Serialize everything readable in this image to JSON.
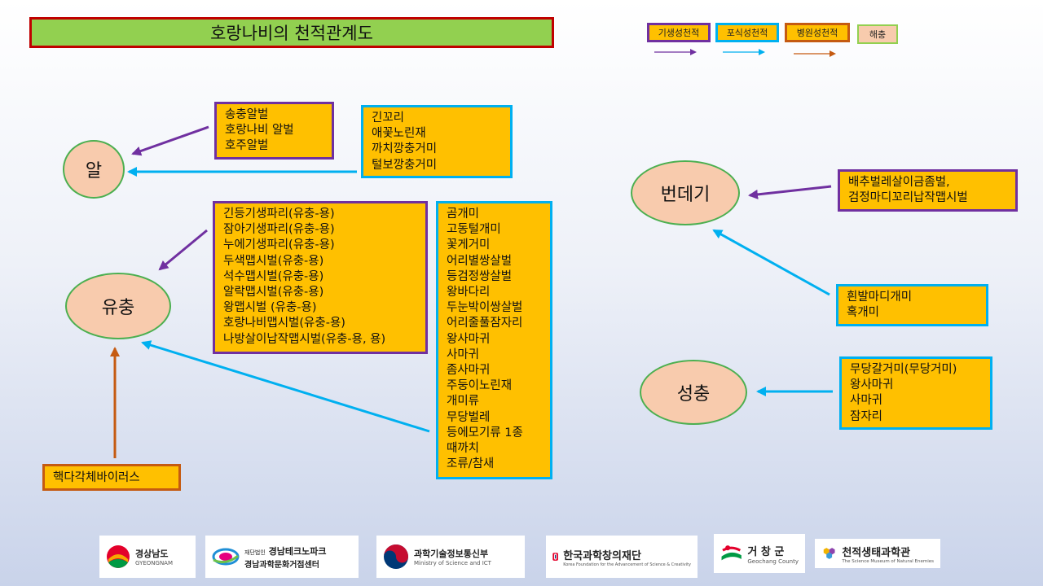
{
  "title": "호랑나비의 천적관계도",
  "legend": [
    {
      "label": "기생성천적",
      "color": "#7030a0"
    },
    {
      "label": "포식성천적",
      "color": "#00b0f0"
    },
    {
      "label": "병원성천적",
      "color": "#c55a11"
    },
    {
      "label": "해충",
      "color": "#92d050"
    }
  ],
  "stages": {
    "egg": "알",
    "larva": "유충",
    "pupa": "번데기",
    "adult": "성충"
  },
  "egg_parasitoids": [
    "송충알벌",
    "호랑나비 알벌",
    "호주알벌"
  ],
  "egg_predators": [
    "긴꼬리",
    "애꽃노린재",
    "까치깡충거미",
    "털보깡충거미"
  ],
  "larva_parasitoids": [
    "긴등기생파리(유충-용)",
    "잠아기생파리(유충-용)",
    "누에기생파리(유충-용)",
    "두색맵시벌(유충-용)",
    "석수맵시벌(유충-용)",
    "알락맵시벌(유충-용)",
    "왕맵시벌 (유충-용)",
    "호랑나비맵시벌(유충-용)",
    "나방살이납작맵시벌(유충-용, 용)"
  ],
  "larva_predators": [
    "곰개미",
    "고동털개미",
    "꽃게거미",
    "어리별쌍살벌",
    "등검정쌍살벌",
    "왕바다리",
    "두눈박이쌍살벌",
    "어리줄풀잠자리",
    "왕사마귀",
    "사마귀",
    "좀사마귀",
    "주둥이노린재",
    "개미류",
    "무당벌레",
    "등에모기류 1종",
    "때까치",
    "조류/참새"
  ],
  "larva_pathogen": "핵다각체바이러스",
  "pupa_parasitoids": [
    "배추벌레살이금좀벌,",
    "검정마디꼬리납작맵시벌"
  ],
  "pupa_predators": [
    "흰발마디개미",
    "혹개미"
  ],
  "adult_predators": [
    "무당갈거미(무당거미)",
    "왕사마귀",
    "사마귀",
    "잠자리"
  ],
  "footer": {
    "gyeongnam_ko": "경상남도",
    "gyeongnam_en": "GYEONGNAM",
    "technopark_badge": "재단법인",
    "technopark_ko": "경남테크노파크",
    "technopark_sub": "경남과학문화거점센터",
    "msit_ko": "과학기술정보통신부",
    "msit_en": "Ministry of Science and ICT",
    "kofac_ko": "한국과학창의재단",
    "kofac_en": "Korea Foundation for the Advancement of Science & Creativity",
    "geochang_ko": "거 창 군",
    "geochang_en": "Geochang County",
    "museum_ko": "천적생태과학관",
    "museum_en": "The Science Museum of Natural Enemies"
  }
}
